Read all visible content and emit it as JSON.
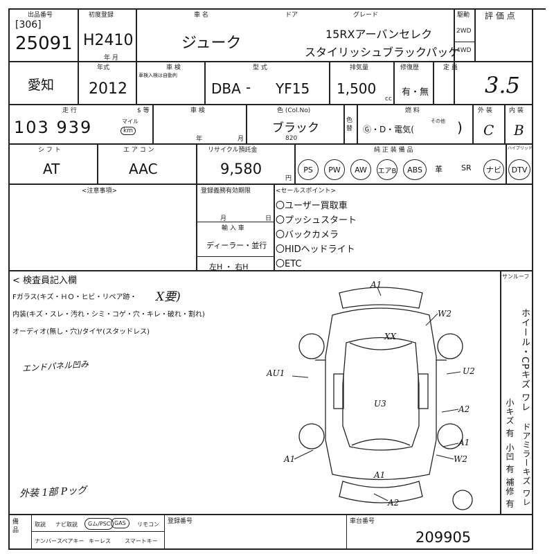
{
  "header": {
    "lot_label": "出品番号",
    "lot_site": "[306]",
    "lot_number": "25091",
    "first_reg_label": "初度登録",
    "first_reg": "H2410",
    "year_month": "年 月",
    "car_name_label": "車 名",
    "car_name": "ジューク",
    "door_label": "ドア",
    "grade_label": "グレード",
    "grade_line1": "15RXアーバンセレク",
    "grade_line2": "スタイリッシュブラックパッケ",
    "drive_label": "駆動",
    "drive_2wd": "2WD",
    "drive_4wd": "4WD",
    "score_label": "評 価 点",
    "score": "3.5"
  },
  "row2": {
    "region": "愛知",
    "model_year_label": "年式",
    "model_year": "2012",
    "inspection_label": "車 検",
    "inspection_sub": "車検入検は自動判",
    "type_label": "型 式",
    "type_prefix": "DBA",
    "type_dash": "-",
    "type_code": "YF15",
    "displacement_label": "排気量",
    "displacement": "1,500",
    "displacement_unit": "cc",
    "repair_label": "修復歴",
    "repair": "有・無",
    "capacity_label": "定 員"
  },
  "row3": {
    "mileage_label": "走 行",
    "mileage": "103 939",
    "mileage_unit_mile": "マイル",
    "mileage_unit_km": "km",
    "history_label": "$ 等",
    "shaken_label": "車 検",
    "year": "年",
    "month": "月",
    "color_label": "色 (Col.No)",
    "color": "ブラック",
    "color_code": "820",
    "color_change_label": "色替",
    "fuel_label": "燃 料",
    "fuel": "Ⓖ・D・電気(",
    "fuel_other": "その他",
    "exterior_label": "外 装",
    "exterior": "C",
    "interior_label": "内 装",
    "interior": "B"
  },
  "row4": {
    "shift_label": "シ フ ト",
    "shift": "AT",
    "ac_label": "エ ア コ ン",
    "ac": "AAC",
    "recycle_label": "リサイクル預託金",
    "recycle": "9,580",
    "recycle_unit": "円",
    "equipment_label": "純 正 装 備 品",
    "equipment": [
      "PS",
      "PW",
      "AW",
      "エアB",
      "ABS",
      "革",
      "SR",
      "ナビ",
      "DTV"
    ],
    "circled": [
      true,
      true,
      true,
      true,
      true,
      false,
      false,
      true,
      true
    ],
    "hybrid_label": "ハイブリッド"
  },
  "notes": {
    "remarks_label": "<注意事項>",
    "validity_label": "登録義務有効期限",
    "month": "月",
    "day": "日",
    "import_label": "輸 入 車",
    "import_value": "ディーラー・並行",
    "hand_value": "左H ・ 右H",
    "sales_label": "<セールスポイント>",
    "sales_points": [
      "〇ユーザー買取車",
      "〇プッシュスタート",
      "〇バックカメラ",
      "〇HIDヘッドライト",
      "〇ETC"
    ]
  },
  "inspector": {
    "title": "< 検査員記入欄",
    "fglass": "Fガラス(キズ・ＨＯ・ヒビ・リペア跡・",
    "fglass_mark": "X要)",
    "interior_line": "内装(キズ・スレ・汚れ・シミ・コゲ・穴・キレ・破れ・割れ)",
    "audio_line": "オーディオ(無し・穴)/タイヤ(スタッドレス)",
    "hand_note1": "エンドパネル凹み",
    "hand_note2": "外装 1部 Pッグ"
  },
  "diagram": {
    "marks": [
      "A1",
      "W2",
      "XX",
      "AU1",
      "U2",
      "U3",
      "A2",
      "A1",
      "A1",
      "W2",
      "A1",
      "A2"
    ],
    "side_label": "ホイール・CPキズ ワレ",
    "sunroof_label": "サンルーフ",
    "side2_a": "小キズ 有",
    "side2_b": "ドアミラーキズ ワレ",
    "side2_c": "小凹 有",
    "side2_d": "補修 有"
  },
  "footer": {
    "items_label": "備 品",
    "items_row1": [
      "取説",
      "ナビ取説",
      "Gム/PSC",
      "GAS",
      "リモコン"
    ],
    "items_row2": [
      "ナンバー",
      "スペアキー",
      "キーレス",
      "スマートキー"
    ],
    "circled_items": [
      false,
      false,
      true,
      true,
      false
    ],
    "reg_label": "登録番号",
    "chassis_label": "車台番号",
    "chassis": "209905"
  }
}
